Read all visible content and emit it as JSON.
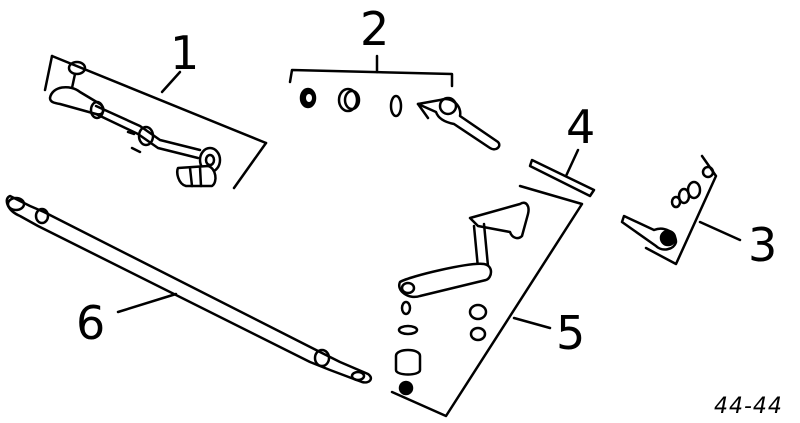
{
  "diagram": {
    "callouts": [
      {
        "id": "1",
        "label": "1"
      },
      {
        "id": "2",
        "label": "2"
      },
      {
        "id": "3",
        "label": "3"
      },
      {
        "id": "4",
        "label": "4"
      },
      {
        "id": "5",
        "label": "5"
      },
      {
        "id": "6",
        "label": "6"
      }
    ],
    "figure_code": "44-44",
    "colors": {
      "ink": "#000000",
      "paper": "#ffffff"
    }
  }
}
